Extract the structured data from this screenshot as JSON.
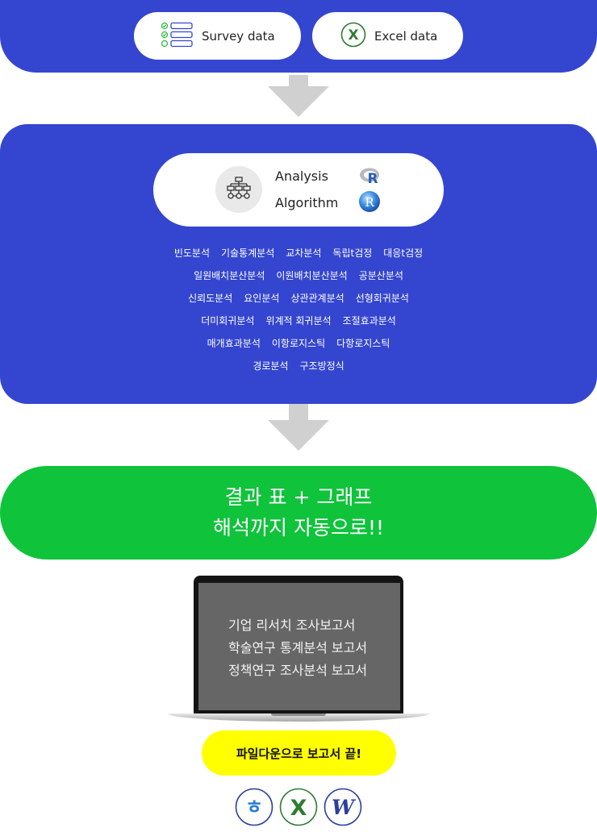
{
  "inputs": {
    "survey_label": "Survey data",
    "excel_label": "Excel data"
  },
  "analysis": {
    "line1": "Analysis",
    "line2": "Algorithm",
    "r_logo_text": "R",
    "methods": [
      [
        "빈도분석",
        "기술통계분석",
        "교차분석",
        "독립t검정",
        "대응t검정"
      ],
      [
        "일원배치분산분석",
        "이원배치분산분석",
        "공분산분석"
      ],
      [
        "신뢰도분석",
        "요인분석",
        "상관관계분석",
        "선형회귀분석"
      ],
      [
        "더미회귀분석",
        "위계적 회귀분석",
        "조절효과분석"
      ],
      [
        "매개효과분석",
        "이항로지스틱",
        "다항로지스틱"
      ],
      [
        "경로분석",
        "구조방정식"
      ]
    ]
  },
  "result": {
    "line1": "결과 표 + 그래프",
    "line2": "해석까지 자동으로!!"
  },
  "reports": [
    "기업 리서치 조사보고서",
    "학술연구 통계분석 보고서",
    "정책연구 조사분석 보고서"
  ],
  "download": {
    "label": "파일다운으로 보고서 끝!"
  },
  "file_icons": {
    "hwp_text": "ㅎ",
    "excel_text": "X",
    "word_text": "W"
  },
  "colors": {
    "blue": "#3446d0",
    "green": "#0fc33b",
    "yellow": "#ffff00",
    "excel_green": "#2e7d32",
    "word_blue": "#2b3f9e"
  }
}
